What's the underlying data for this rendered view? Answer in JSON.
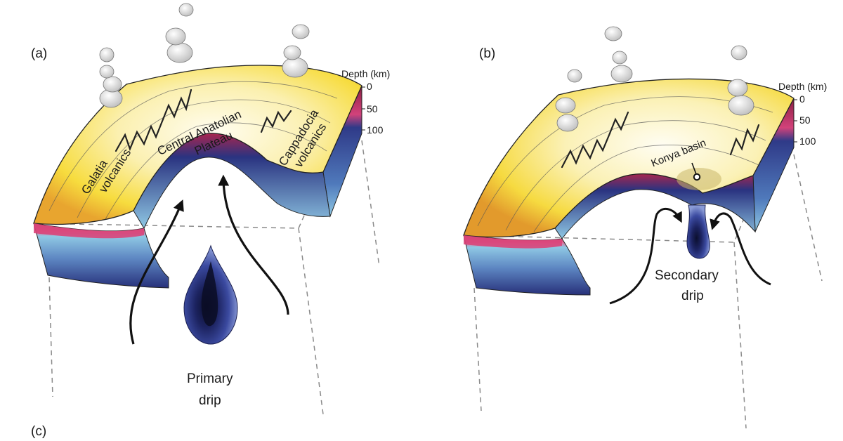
{
  "panel_a": {
    "label": "(a)",
    "depth_title": "Depth (km)",
    "depth_ticks": [
      "0",
      "50",
      "100"
    ],
    "galatia": [
      "Galatia",
      "volcanics"
    ],
    "plateau": [
      "Central Anatolian",
      "Plateau"
    ],
    "cappadocia": [
      "Cappadocia",
      "volcanics"
    ],
    "drip": [
      "Primary",
      "drip"
    ]
  },
  "panel_b": {
    "label": "(b)",
    "depth_title": "Depth (km)",
    "depth_ticks": [
      "0",
      "50",
      "100"
    ],
    "basin": "Konya basin",
    "drip": [
      "Secondary",
      "drip"
    ]
  },
  "panel_c": {
    "label": "(c)"
  },
  "colors": {
    "surface_yellow": "#f7e24a",
    "surface_light": "#fdf6d2",
    "crust_red": "#c2355e",
    "crust_pink": "#e06a96",
    "mantle_blue": "#27307a",
    "mantle_light": "#8fc8e4",
    "drip_blue": "#3a4a9e",
    "drip_dark": "#10153d",
    "smoke": "#e2e2e2",
    "dashed": "#8a8a8a"
  }
}
